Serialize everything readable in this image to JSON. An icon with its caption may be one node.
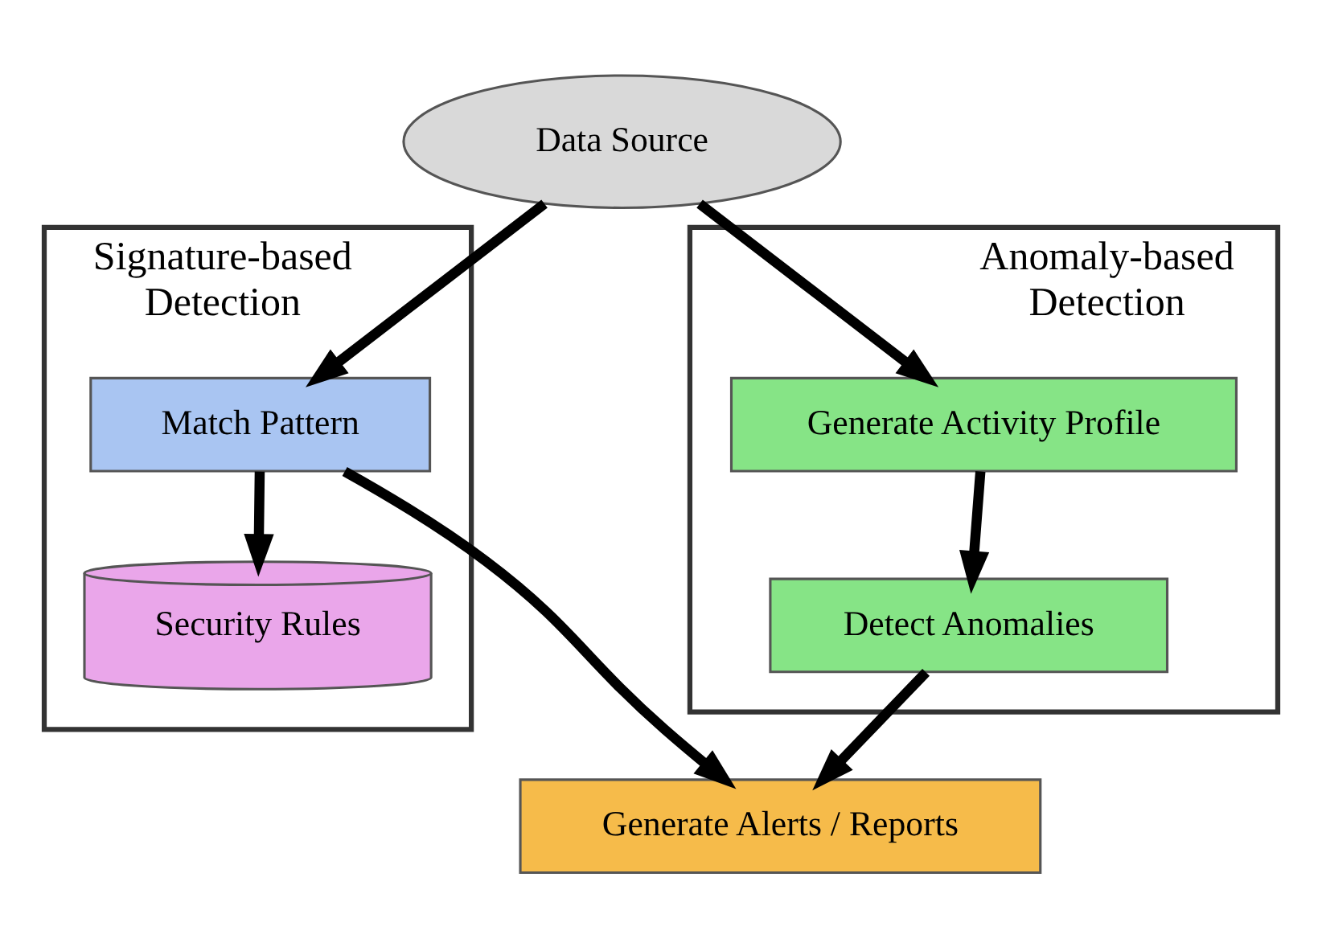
{
  "diagram": {
    "nodes": [
      {
        "text": [
          "Signature-based Detection"
        ]
      },
      {
        "text": [
          "Anomaly-based Detection"
        ]
      },
      {
        "text": [
          "Data Source"
        ]
      },
      {
        "text": [
          "Match Pattern"
        ],
        "in": 0
      },
      {
        "text": [
          "Security Rules"
        ],
        "in": 0
      },
      {
        "text": [
          "Generate Activity Profile"
        ],
        "in": 1
      },
      {
        "text": [
          "Detect Anomalies"
        ],
        "in": 1
      },
      {
        "text": [
          "Generate Alerts / Reports"
        ]
      }
    ],
    "edges": [
      {
        "from": 2,
        "to": 3,
        "arrow": "to"
      },
      {
        "from": 2,
        "to": 5,
        "arrow": "to"
      },
      {
        "from": 3,
        "to": 4,
        "arrow": "to"
      },
      {
        "from": 3,
        "to": 7,
        "arrow": "to"
      },
      {
        "from": 5,
        "to": 6,
        "arrow": "to"
      },
      {
        "from": 6,
        "to": 7,
        "arrow": "to"
      }
    ]
  }
}
